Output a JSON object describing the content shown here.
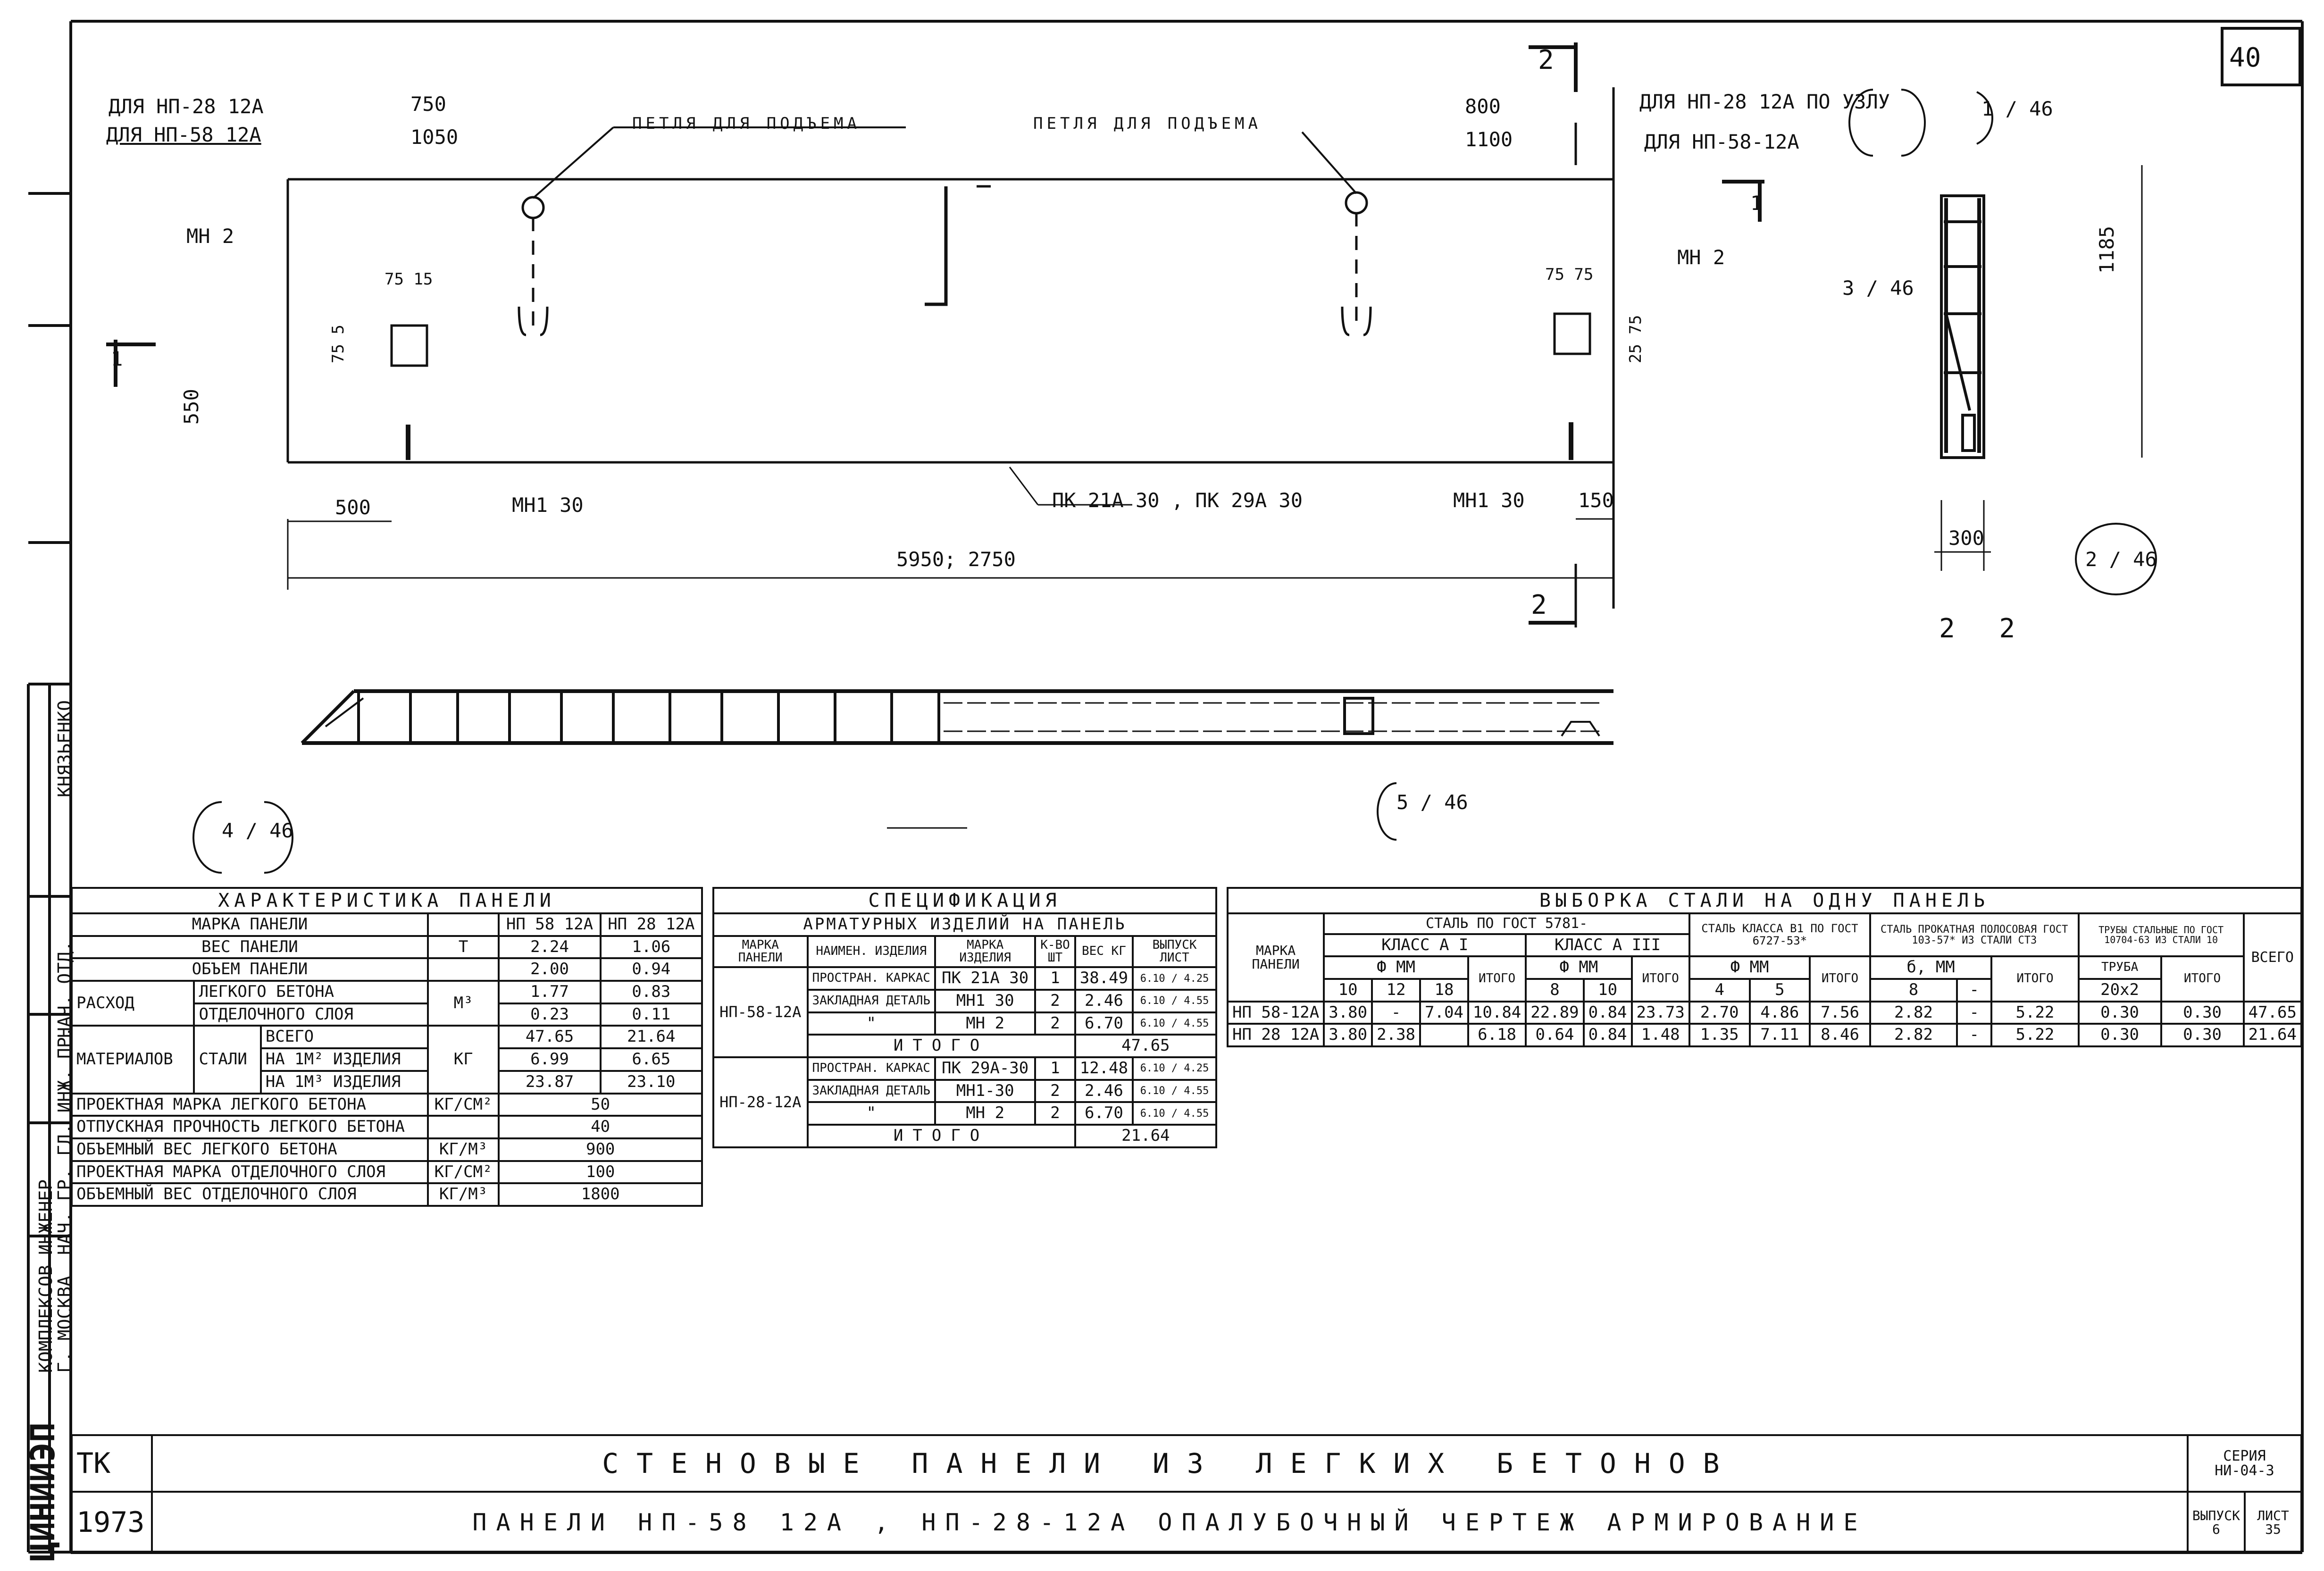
{
  "sheet": {
    "page_number": "40",
    "stamp_lines": [
      "ЦИНИИЭП",
      "КОМПЛЕКСОВ",
      "Г. МОСКВА",
      "НАЧ. ОТД.",
      "ГЛ. ИНЖ. ПР.",
      "НАЧ. ГР.",
      "ИНЖЕНЕР",
      "КНЯЗЬЕНКО"
    ]
  },
  "drawing": {
    "note_left_1": "ДЛЯ НП-28 12А",
    "note_left_2": "ДЛЯ НП-58 12А",
    "dim_750": "750",
    "dim_1050": "1050",
    "loop_label_1": "ПЕТЛЯ ДЛЯ ПОДЪЕМА",
    "loop_label_2": "ПЕТЛЯ ДЛЯ ПОДЪЕМА",
    "dim_800": "800",
    "dim_1100": "1100",
    "note_right_1": "ДЛЯ НП-28 12А ПО УЗЛУ",
    "note_right_2": "ДЛЯ НП-58-12А",
    "node_1_46": "1 / 46",
    "mn2_left": "МН 2",
    "mn2_right": "МН 2",
    "dim_75_15": "75 15",
    "dim_75_75": "75 75",
    "dim_75_5": "75 5",
    "dim_25_75": "25 75",
    "dim_550": "550",
    "dim_500": "500",
    "mn130_left": "МН1 30",
    "pk_label": "ПК 21А 30 , ПК 29А 30",
    "mn130_right": "МН1 30",
    "dim_150": "150",
    "overall_dim": "5950; 2750",
    "section_1": "1",
    "section_2": "2",
    "node_3_46": "3 / 46",
    "dim_1185": "1185",
    "dim_300": "300",
    "node_2_46": "2 / 46",
    "section_22": "2 2",
    "node_4_46": "4 / 46",
    "node_5_46": "5 / 46"
  },
  "panel_table": {
    "title": "ХАРАКТЕРИСТИКА ПАНЕЛИ",
    "rows": [
      [
        "МАРКА ПАНЕЛИ",
        "",
        "НП 58 12А",
        "НП 28 12А"
      ],
      [
        "ВЕС ПАНЕЛИ",
        "Т",
        "2.24",
        "1.06"
      ],
      [
        "ОБЪЕМ ПАНЕЛИ",
        "",
        "2.00",
        "0.94"
      ]
    ],
    "rashod": "РАСХОД",
    "materialov": "МАТЕРИАЛОВ",
    "light_concrete": "ЛЕГКОГО БЕТОНА",
    "light_unit": "М³",
    "light_vals": [
      "1.77",
      "0.83"
    ],
    "finish_layer": "ОТДЕЛОЧНОГО СЛОЯ",
    "finish_vals": [
      "0.23",
      "0.11"
    ],
    "steel": "СТАЛИ",
    "steel_total": "ВСЕГО",
    "steel_total_vals": [
      "47.65",
      "21.64"
    ],
    "steel_m2": "НА 1М² ИЗДЕЛИЯ",
    "steel_kg": "КГ",
    "steel_m2_vals": [
      "6.99",
      "6.65"
    ],
    "steel_m3": "НА 1М³ ИЗДЕЛИЯ",
    "steel_m3_vals": [
      "23.87",
      "23.10"
    ],
    "props": [
      [
        "ПРОЕКТНАЯ МАРКА ЛЕГКОГО БЕТОНА",
        "КГ/СМ²",
        "50"
      ],
      [
        "ОТПУСКНАЯ ПРОЧНОСТЬ ЛЕГКОГО БЕТОНА",
        "",
        "40"
      ],
      [
        "ОБЪЕМНЫЙ ВЕС ЛЕГКОГО БЕТОНА",
        "КГ/М³",
        "900"
      ],
      [
        "ПРОЕКТНАЯ МАРКА ОТДЕЛОЧНОГО СЛОЯ",
        "КГ/СМ²",
        "100"
      ],
      [
        "ОБЪЕМНЫЙ ВЕС ОТДЕЛОЧНОГО СЛОЯ",
        "КГ/М³",
        "1800"
      ]
    ]
  },
  "spec_table": {
    "title_1": "СПЕЦИФИКАЦИЯ",
    "title_2": "АРМАТУРНЫХ ИЗДЕЛИЙ НА ПАНЕЛЬ",
    "headers": [
      "МАРКА ПАНЕЛИ",
      "НАИМЕН. ИЗДЕЛИЯ",
      "МАРКА ИЗДЕЛИЯ",
      "К-ВО ШТ",
      "ВЕС КГ",
      "ВЫПУСК ЛИСТ"
    ],
    "panel_1": "НП-58-12А",
    "panel_2": "НП-28-12А",
    "rows_1": [
      [
        "ПРОСТРАН. КАРКАС",
        "ПК 21А 30",
        "1",
        "38.49",
        "6.10 / 4.25"
      ],
      [
        "ЗАКЛАДНАЯ ДЕТАЛЬ",
        "МН1 30",
        "2",
        "2.46",
        "6.10 / 4.55"
      ],
      [
        "\"",
        "МН 2",
        "2",
        "6.70",
        "6.10 / 4.55"
      ]
    ],
    "total_label": "ИТОГО",
    "total_1": "47.65",
    "rows_2": [
      [
        "ПРОСТРАН. КАРКАС",
        "ПК 29А-30",
        "1",
        "12.48",
        "6.10 / 4.25"
      ],
      [
        "ЗАКЛАДНАЯ ДЕТАЛЬ",
        "МН1-30",
        "2",
        "2.46",
        "6.10 / 4.55"
      ],
      [
        "\"",
        "МН 2",
        "2",
        "6.70",
        "6.10 / 4.55"
      ]
    ],
    "total_2": "21.64"
  },
  "steel_table": {
    "title": "ВЫБОРКА СТАЛИ НА ОДНУ ПАНЕЛЬ",
    "col_panel": "МАРКА ПАНЕЛИ",
    "group_1": "СТАЛЬ ПО ГОСТ 5781-",
    "class_1": "КЛАСС А I",
    "class_3": "КЛАСС А III",
    "group_2": "СТАЛЬ КЛАССА В1 ПО ГОСТ 6727-53*",
    "group_3": "СТАЛЬ ПРОКАТНАЯ ПОЛОСОВАЯ ГОСТ 103-57* ИЗ СТАЛИ СТ3",
    "group_4": "ТРУБЫ СТАЛЬНЫЕ ПО ГОСТ 10704-63 ИЗ СТАЛИ 10",
    "col_total": "ВСЕГО",
    "phi_mm": "Ф ММ",
    "delta_mm": "б, ММ",
    "itogo": "ИТОГО",
    "truba": "ТРУБА",
    "sub_headers": [
      "10",
      "12",
      "18",
      "8",
      "10",
      "4",
      "5",
      "8",
      "-",
      "20x2"
    ],
    "rows": [
      [
        "НП 58-12А",
        "3.80",
        "-",
        "7.04",
        "10.84",
        "22.89",
        "0.84",
        "23.73",
        "2.70",
        "4.86",
        "7.56",
        "2.82",
        "-",
        "5.22",
        "0.30",
        "0.30",
        "47.65"
      ],
      [
        "НП 28 12А",
        "3.80",
        "2.38",
        "",
        "6.18",
        "0.64",
        "0.84",
        "1.48",
        "1.35",
        "7.11",
        "8.46",
        "2.82",
        "-",
        "5.22",
        "0.30",
        "0.30",
        "21.64"
      ]
    ]
  },
  "title_block": {
    "code": "ТК",
    "year": "1973",
    "title": "СТЕНОВЫЕ ПАНЕЛИ ИЗ ЛЕГКИХ БЕТОНОВ",
    "subtitle": "ПАНЕЛИ НП-58 12А , НП-28-12А ОПАЛУБОЧНЫЙ ЧЕРТЕЖ АРМИРОВАНИЕ",
    "series_label": "СЕРИЯ",
    "series_value": "НИ-04-3",
    "issue_label": "ВЫПУСК",
    "issue_value": "6",
    "sheet_label": "ЛИСТ",
    "sheet_value": "35"
  }
}
